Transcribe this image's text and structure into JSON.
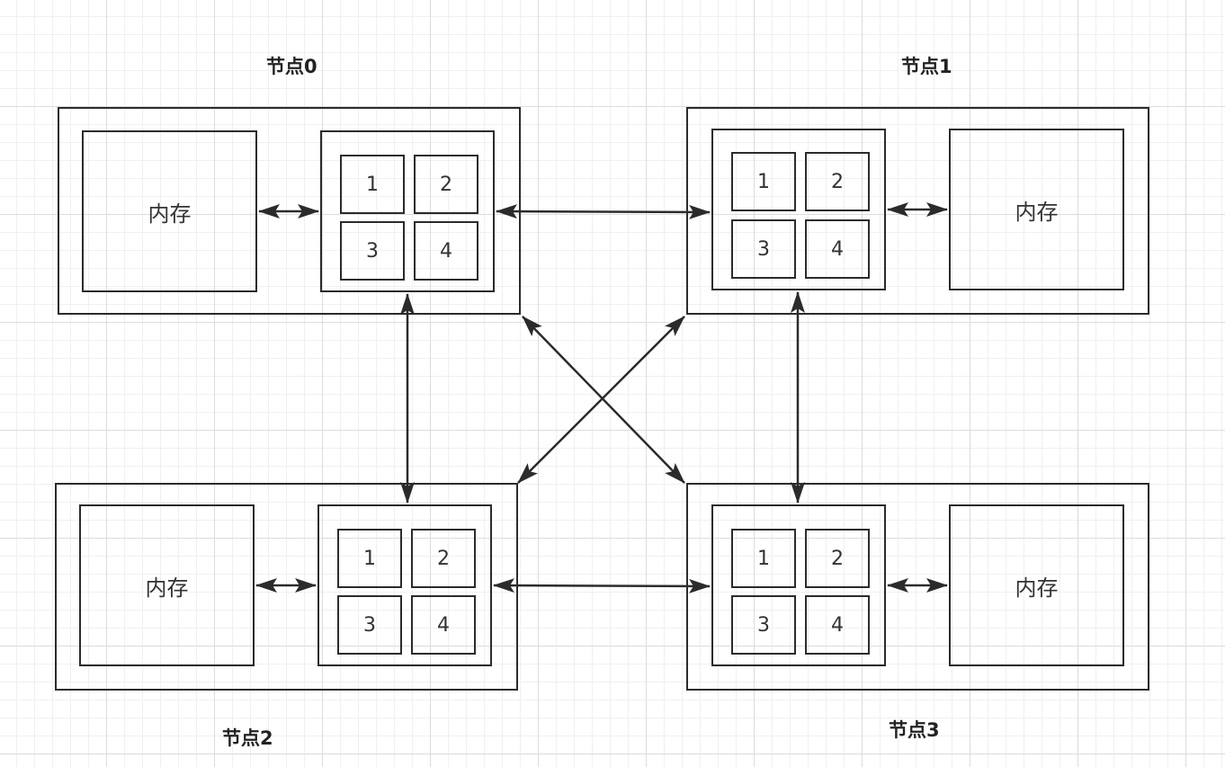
{
  "nodes": [
    {
      "title": "节点0",
      "memory_label": "内存",
      "cores": [
        "1",
        "2",
        "3",
        "4"
      ]
    },
    {
      "title": "节点1",
      "memory_label": "内存",
      "cores": [
        "1",
        "2",
        "3",
        "4"
      ]
    },
    {
      "title": "节点2",
      "memory_label": "内存",
      "cores": [
        "1",
        "2",
        "3",
        "4"
      ]
    },
    {
      "title": "节点3",
      "memory_label": "内存",
      "cores": [
        "1",
        "2",
        "3",
        "4"
      ]
    }
  ],
  "colors": {
    "stroke": "#2b2b2b",
    "text": "#333333",
    "grid_major": "#dcdcdc",
    "grid_minor": "#f0f0f0",
    "background": "#ffffff"
  }
}
